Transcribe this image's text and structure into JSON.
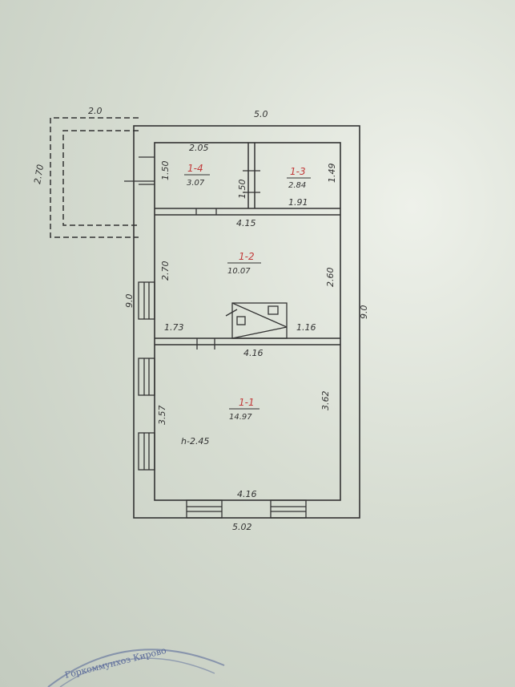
{
  "plan": {
    "outer": {
      "top": "5.0",
      "left_ext": "2.0",
      "ext_height": "2.70",
      "height_left": "9.0",
      "height_right": "9.0",
      "bottom": "5.02"
    },
    "rooms": [
      {
        "id": "1-4",
        "area": "3.07",
        "width": "2.05",
        "height": "1.50"
      },
      {
        "id": "1-3",
        "area": "2.84",
        "width": "1.91",
        "height": "1.49",
        "inner_h": "1.50"
      },
      {
        "id": "1-2",
        "area": "10.07",
        "width": "4.15",
        "height_left": "2.70",
        "height_right": "2.60"
      },
      {
        "id": "1-1",
        "area": "14.97",
        "width_top": "4.16",
        "width_bottom": "4.16",
        "height_left": "3.57",
        "height_right": "3.62",
        "ceiling": "h-2.45"
      }
    ],
    "partition": {
      "left": "1.73",
      "right": "1.16"
    },
    "stamp_text": "Горкоммунхоз Кирово"
  }
}
